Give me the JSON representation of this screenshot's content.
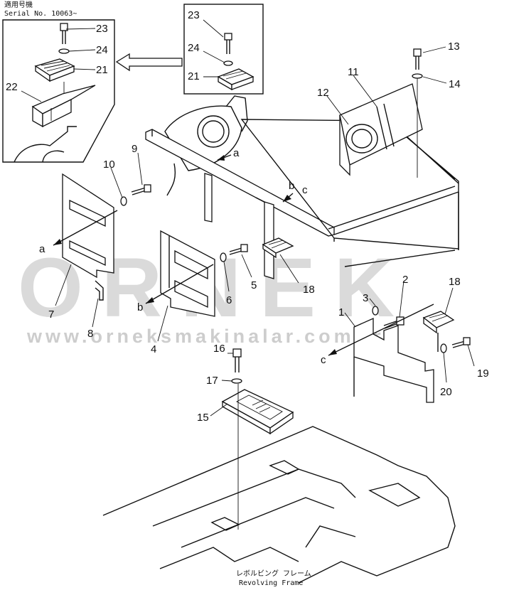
{
  "header": {
    "jp": "適用号機",
    "serial": "Serial No. 10063~"
  },
  "footer": {
    "jp": "レボルビング フレーム",
    "en": "Revolving Frame"
  },
  "watermark": {
    "big": "ORNEK",
    "url": "www.orneksmakinalar.com.tr"
  },
  "callouts": {
    "n1": "1",
    "n2": "2",
    "n3": "3",
    "n4": "4",
    "n5": "5",
    "n6": "6",
    "n7": "7",
    "n8": "8",
    "n9": "9",
    "n10": "10",
    "n11": "11",
    "n12": "12",
    "n13": "13",
    "n14": "14",
    "n15": "15",
    "n16": "16",
    "n17": "17",
    "n18a": "18",
    "n18b": "18",
    "n19": "19",
    "n20": "20",
    "n21a": "21",
    "n21b": "21",
    "n22": "22",
    "n23a": "23",
    "n23b": "23",
    "n24a": "24",
    "n24b": "24"
  },
  "markers": {
    "a1": "a",
    "a2": "a",
    "b1": "b",
    "b2": "b",
    "c1": "c",
    "c2": "c"
  }
}
